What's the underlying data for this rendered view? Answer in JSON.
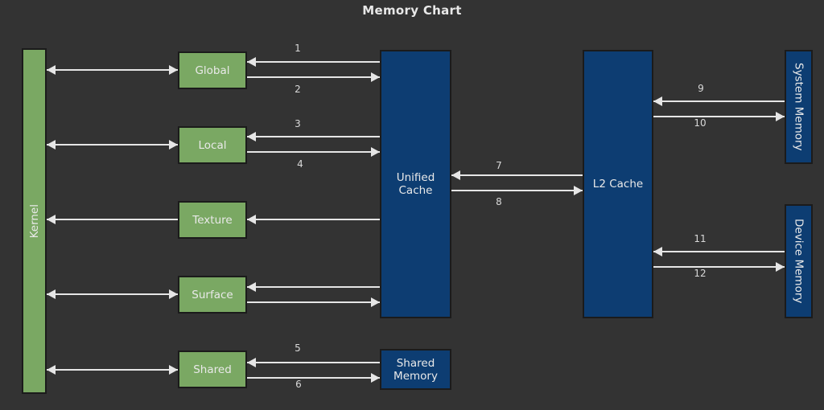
{
  "title": "Memory Chart",
  "colors": {
    "background": "#333333",
    "green_node": "#7aa863",
    "blue_node": "#0d3d72",
    "edge": "#e6e6e6",
    "node_border": "#1b1b1b",
    "text": "#e9e9e9"
  },
  "nodes": {
    "kernel": "Kernel",
    "global": "Global",
    "local": "Local",
    "texture": "Texture",
    "surface": "Surface",
    "shared": "Shared",
    "unified_cache": "Unified\nCache",
    "unified_cache_line1": "Unified",
    "unified_cache_line2": "Cache",
    "shared_memory_line1": "Shared",
    "shared_memory_line2": "Memory",
    "l2_cache": "L2 Cache",
    "system_memory": "System Memory",
    "device_memory": "Device Memory"
  },
  "edge_labels": {
    "e1": "1",
    "e2": "2",
    "e3": "3",
    "e4": "4",
    "e5": "5",
    "e6": "6",
    "e7": "7",
    "e8": "8",
    "e9": "9",
    "e10": "10",
    "e11": "11",
    "e12": "12"
  },
  "chart_data": {
    "type": "diagram",
    "title": "Memory Chart",
    "nodes": [
      {
        "id": "kernel",
        "label": "Kernel",
        "style": "green",
        "orientation": "vertical-up"
      },
      {
        "id": "global",
        "label": "Global",
        "style": "green"
      },
      {
        "id": "local",
        "label": "Local",
        "style": "green"
      },
      {
        "id": "texture",
        "label": "Texture",
        "style": "green"
      },
      {
        "id": "surface",
        "label": "Surface",
        "style": "green"
      },
      {
        "id": "shared",
        "label": "Shared",
        "style": "green"
      },
      {
        "id": "unified_cache",
        "label": "Unified Cache",
        "style": "blue"
      },
      {
        "id": "shared_memory",
        "label": "Shared Memory",
        "style": "blue"
      },
      {
        "id": "l2_cache",
        "label": "L2 Cache",
        "style": "blue"
      },
      {
        "id": "system_memory",
        "label": "System Memory",
        "style": "blue",
        "orientation": "vertical-down"
      },
      {
        "id": "device_memory",
        "label": "Device Memory",
        "style": "blue",
        "orientation": "vertical-down"
      }
    ],
    "edges": [
      {
        "from": "kernel",
        "to": "global",
        "label": "",
        "arrows": "both"
      },
      {
        "from": "kernel",
        "to": "local",
        "label": "",
        "arrows": "both"
      },
      {
        "from": "kernel",
        "to": "texture",
        "label": "",
        "arrows": "left"
      },
      {
        "from": "kernel",
        "to": "surface",
        "label": "",
        "arrows": "both"
      },
      {
        "from": "kernel",
        "to": "shared",
        "label": "",
        "arrows": "both"
      },
      {
        "from": "unified_cache",
        "to": "global",
        "label": "1",
        "arrows": "left"
      },
      {
        "from": "global",
        "to": "unified_cache",
        "label": "2",
        "arrows": "right"
      },
      {
        "from": "unified_cache",
        "to": "local",
        "label": "3",
        "arrows": "left"
      },
      {
        "from": "local",
        "to": "unified_cache",
        "label": "4",
        "arrows": "right"
      },
      {
        "from": "shared_memory",
        "to": "shared",
        "label": "5",
        "arrows": "left"
      },
      {
        "from": "shared",
        "to": "shared_memory",
        "label": "6",
        "arrows": "right"
      },
      {
        "from": "l2_cache",
        "to": "unified_cache",
        "label": "7",
        "arrows": "left"
      },
      {
        "from": "unified_cache",
        "to": "l2_cache",
        "label": "8",
        "arrows": "right"
      },
      {
        "from": "system_memory",
        "to": "l2_cache",
        "label": "9",
        "arrows": "left"
      },
      {
        "from": "l2_cache",
        "to": "system_memory",
        "label": "10",
        "arrows": "right"
      },
      {
        "from": "device_memory",
        "to": "l2_cache",
        "label": "11",
        "arrows": "left"
      },
      {
        "from": "l2_cache",
        "to": "device_memory",
        "label": "12",
        "arrows": "right"
      },
      {
        "from": "unified_cache",
        "to": "texture",
        "label": "",
        "arrows": "left"
      },
      {
        "from": "unified_cache",
        "to": "surface",
        "label": "",
        "arrows": "left"
      },
      {
        "from": "surface",
        "to": "unified_cache",
        "label": "",
        "arrows": "right"
      }
    ]
  }
}
